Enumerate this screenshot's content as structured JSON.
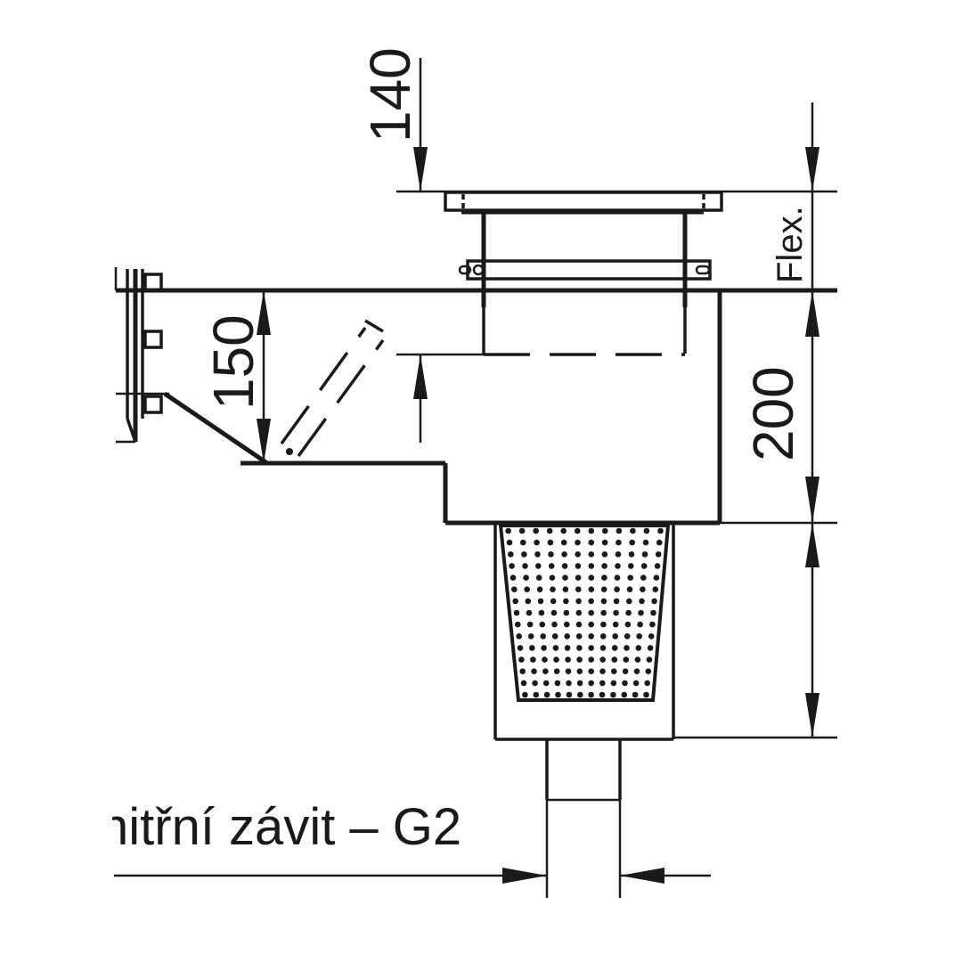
{
  "drawing": {
    "type": "technical-drawing",
    "subject": "floor drain / gully with perforated basket, side outlet and adjustable grating frame",
    "line_color": "#1a1a1a",
    "background": "#ffffff"
  },
  "dimensions": {
    "top_left": "140",
    "flex": "Flex.",
    "inlet_height": "150",
    "body_height": "200",
    "outlet_width": ""
  },
  "labels": {
    "outlet_thread": "nitřní závit – G2"
  }
}
